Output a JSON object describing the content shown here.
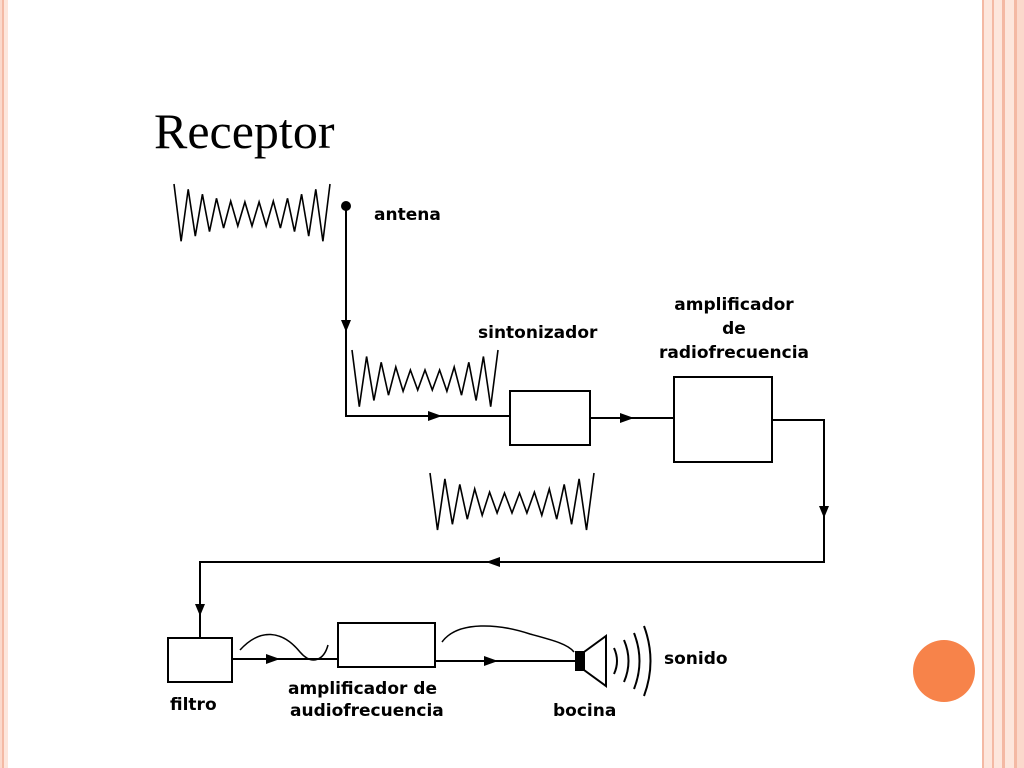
{
  "slide": {
    "title": "Receptor"
  },
  "diagram": {
    "labels": {
      "antenna": "antena",
      "tuner": "sintonizador",
      "rf_amp_line1": "amplificador",
      "rf_amp_line2": "de",
      "rf_amp_line3": "radiofrecuencia",
      "filter": "filtro",
      "audio_amp_line1": "amplificador de",
      "audio_amp_line2": "audiofrecuencia",
      "speaker": "bocina",
      "sound": "sonido"
    }
  },
  "colors": {
    "accent_orange": "#f7834a",
    "border_pink": "#f4b9a4",
    "line": "#000000"
  }
}
